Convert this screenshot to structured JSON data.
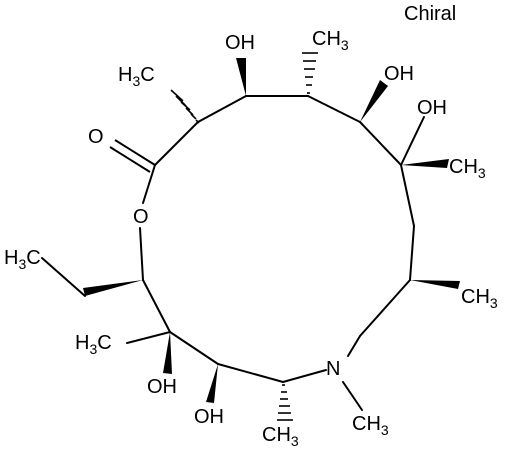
{
  "diagram": {
    "chirality_label": "Chiral",
    "line_color": "#000000",
    "atom_labels": {
      "ring_oxygen": "O",
      "carbonyl_oxygen": "O",
      "ring_nitrogen": "N",
      "oh_top": "OH",
      "oh_right_upper": "OH",
      "oh_right_quaternary": "OH",
      "oh_bottom_left": "OH",
      "oh_bottom": "OH"
    },
    "methyl_labels": {
      "upper_left": {
        "left": "H",
        "sub": "3",
        "right": "C"
      },
      "top": {
        "left": "CH",
        "sub": "3",
        "right": ""
      },
      "right_upper": {
        "left": "CH",
        "sub": "3",
        "right": ""
      },
      "right_lower": {
        "left": "CH",
        "sub": "3",
        "right": ""
      },
      "bottom_left": {
        "left": "H",
        "sub": "3",
        "right": "C"
      },
      "bottom": {
        "left": "CH",
        "sub": "3",
        "right": ""
      },
      "n_methyl": {
        "left": "CH",
        "sub": "3",
        "right": ""
      }
    },
    "ethyl_label": {
      "left": "H",
      "sub": "3",
      "right": "C"
    }
  }
}
